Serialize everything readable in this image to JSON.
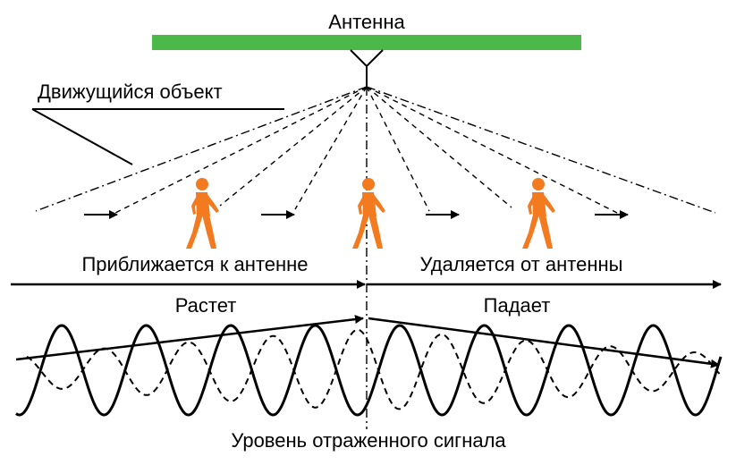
{
  "labels": {
    "antenna": "Антенна",
    "moving_object": "Движущийся объект",
    "approaching": "Приближается к антенне",
    "receding": "Удаляется от антенны",
    "rising": "Растет",
    "falling": "Падает",
    "signal_level": "Уровень отраженного сигнала"
  },
  "colors": {
    "antenna": "#4cb84a",
    "person": "#f47a20",
    "line": "#000000"
  },
  "icons": {
    "person": "walking-person-icon",
    "arrow": "arrow-right-icon"
  }
}
